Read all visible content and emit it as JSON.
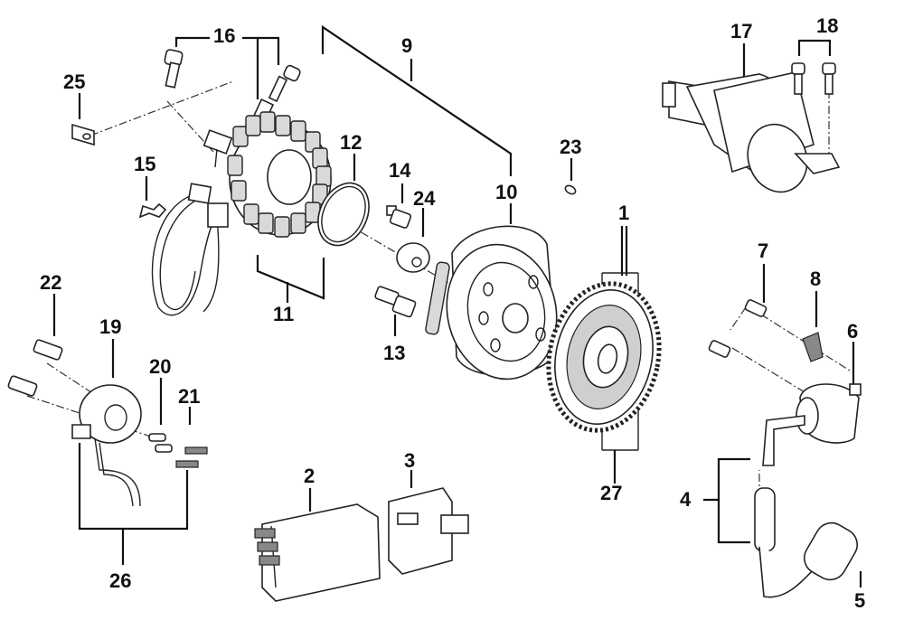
{
  "callouts": {
    "p1": "1",
    "p2": "2",
    "p3": "3",
    "p4": "4",
    "p5": "5",
    "p6": "6",
    "p7": "7",
    "p8": "8",
    "p9": "9",
    "p10": "10",
    "p11": "11",
    "p12": "12",
    "p13": "13",
    "p14": "14",
    "p15": "15",
    "p16": "16",
    "p17": "17",
    "p18": "18",
    "p19": "19",
    "p20": "20",
    "p21": "21",
    "p22": "22",
    "p23": "23",
    "p24": "24",
    "p25": "25",
    "p26": "26",
    "p27": "27"
  }
}
